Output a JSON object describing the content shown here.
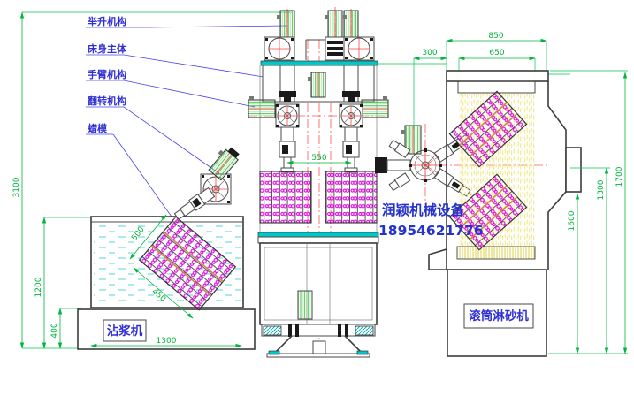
{
  "callouts": {
    "lift": "举升机构",
    "bed": "床身主体",
    "arm": "手臂机构",
    "flip": "翻转机构",
    "wax": "蜡模"
  },
  "machines": {
    "dipping": "沾浆机",
    "drum": "滚筒淋砂机"
  },
  "watermark": {
    "company": "润颖机械设备",
    "phone": "18954621776"
  },
  "dimensions": {
    "overall_height": "3100",
    "tank_height": "1200",
    "base_height": "400",
    "tank_width": "1300",
    "arm_spacing": "550",
    "tree_length": "500",
    "tree_width": "450",
    "gap": "300",
    "drum_top_width": "850",
    "drum_opening_width": "650",
    "drum_total_height": "1700",
    "drum_axis_height": "1300",
    "drum_sand_height": "1600"
  },
  "colors": {
    "dimension": "#00b43c",
    "annotation": "#2f2fd3",
    "centerline": "#ff5555",
    "highlight": "#00c8c8",
    "wax_tree": "#e500e5",
    "sand": "#f0e882",
    "outline": "#4a4a4a",
    "motor": "#2db92d"
  }
}
